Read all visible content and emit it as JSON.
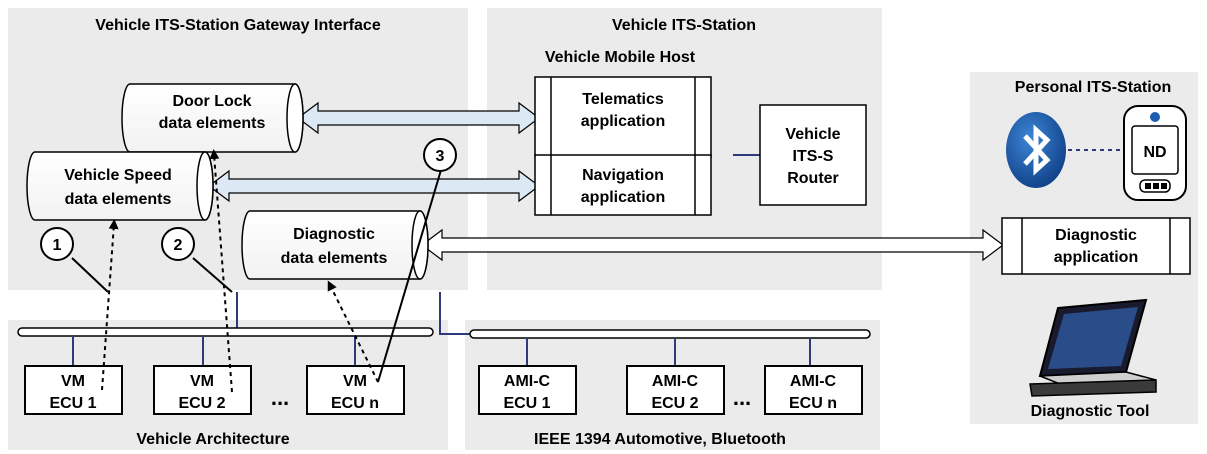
{
  "regions": {
    "gateway": "Vehicle ITS-Station Gateway Interface",
    "station": "Vehicle ITS-Station",
    "mobile_host": "Vehicle Mobile Host",
    "personal": "Personal ITS-Station",
    "vehicle_arch": "Vehicle Architecture",
    "ieee": "IEEE 1394 Automotive, Bluetooth"
  },
  "cylinders": {
    "door_lock": [
      "Door Lock",
      "data elements"
    ],
    "vehicle_speed": [
      "Vehicle Speed",
      "data elements"
    ],
    "diagnostic": [
      "Diagnostic",
      "data elements"
    ]
  },
  "apps": {
    "telematics": [
      "Telematics",
      "application"
    ],
    "navigation": [
      "Navigation",
      "application"
    ],
    "diagnostic": [
      "Diagnostic",
      "application"
    ]
  },
  "router": [
    "Vehicle",
    "ITS-S",
    "Router"
  ],
  "nd_label": "ND",
  "diagnostic_tool": "Diagnostic Tool",
  "circles": [
    "1",
    "2",
    "3"
  ],
  "vm_ecus": [
    {
      "line1": "VM",
      "line2": "ECU 1"
    },
    {
      "line1": "VM",
      "line2": "ECU 2"
    },
    {
      "line1": "VM",
      "line2": "ECU n"
    }
  ],
  "ami_ecus": [
    {
      "line1": "AMI-C",
      "line2": "ECU 1"
    },
    {
      "line1": "AMI-C",
      "line2": "ECU 2"
    },
    {
      "line1": "AMI-C",
      "line2": "ECU n"
    }
  ],
  "ellipsis": "...",
  "colors": {
    "region_bg": "#ebebeb",
    "arrow_fill": "#dce8f4",
    "bus_line": "#2e3a7a",
    "bluetooth_blue": "#1c5fb0"
  }
}
